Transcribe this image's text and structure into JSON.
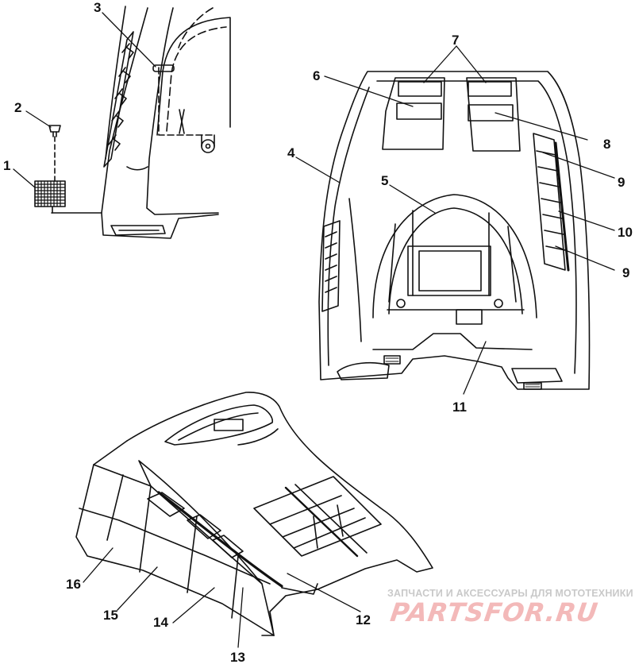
{
  "callouts": [
    {
      "id": "c1",
      "label": "1"
    },
    {
      "id": "c2",
      "label": "2"
    },
    {
      "id": "c3",
      "label": "3"
    },
    {
      "id": "c4",
      "label": "4"
    },
    {
      "id": "c5",
      "label": "5"
    },
    {
      "id": "c6",
      "label": "6"
    },
    {
      "id": "c7",
      "label": "7"
    },
    {
      "id": "c8",
      "label": "8"
    },
    {
      "id": "c9a",
      "label": "9"
    },
    {
      "id": "c10",
      "label": "10"
    },
    {
      "id": "c9b",
      "label": "9"
    },
    {
      "id": "c11",
      "label": "11"
    },
    {
      "id": "c12",
      "label": "12"
    },
    {
      "id": "c13",
      "label": "13"
    },
    {
      "id": "c14",
      "label": "14"
    },
    {
      "id": "c15",
      "label": "15"
    },
    {
      "id": "c16",
      "label": "16"
    }
  ],
  "watermark": {
    "tagline": "ЗАПЧАСТИ И АКСЕССУАРЫ ДЛЯ МОТОТЕХНИКИ",
    "logo": "PARTSFOR.RU"
  },
  "colors": {
    "line": "#111111",
    "watermark_text": "#c9c9c9",
    "watermark_logo": "#f3b9b9"
  }
}
